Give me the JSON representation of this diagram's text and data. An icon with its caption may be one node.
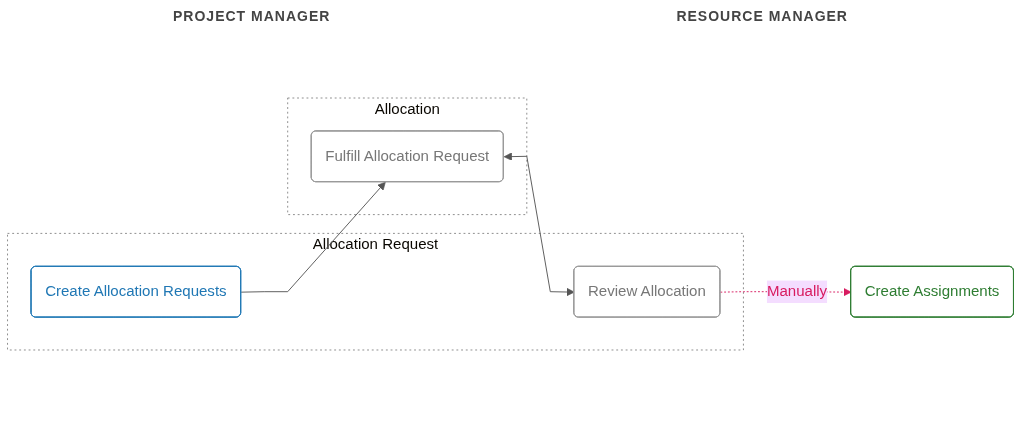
{
  "diagram": {
    "nodes": [
      {
        "text": [
          "Allocation Request"
        ]
      },
      {
        "text": [
          "Create Allocation Requests"
        ],
        "in": 0
      },
      {
        "text": [
          "Review Allocation"
        ],
        "in": 0
      },
      {
        "text": [
          "Allocation"
        ]
      },
      {
        "text": [
          "Fulfill Allocation Request"
        ],
        "in": 3
      },
      {
        "text": [
          "Create Assignments"
        ]
      }
    ],
    "edges": [
      {
        "from": 1,
        "to": 4,
        "arrow": "to"
      },
      {
        "from": 4,
        "to": 2,
        "arrow": "both"
      },
      {
        "from": 2,
        "to": 5,
        "arrow": "to",
        "label": "Manually",
        "style": "dashed",
        "color": "#d81b60"
      }
    ],
    "labels": [
      "PROJECT MANAGER",
      "RESOURCE MANAGER"
    ]
  }
}
